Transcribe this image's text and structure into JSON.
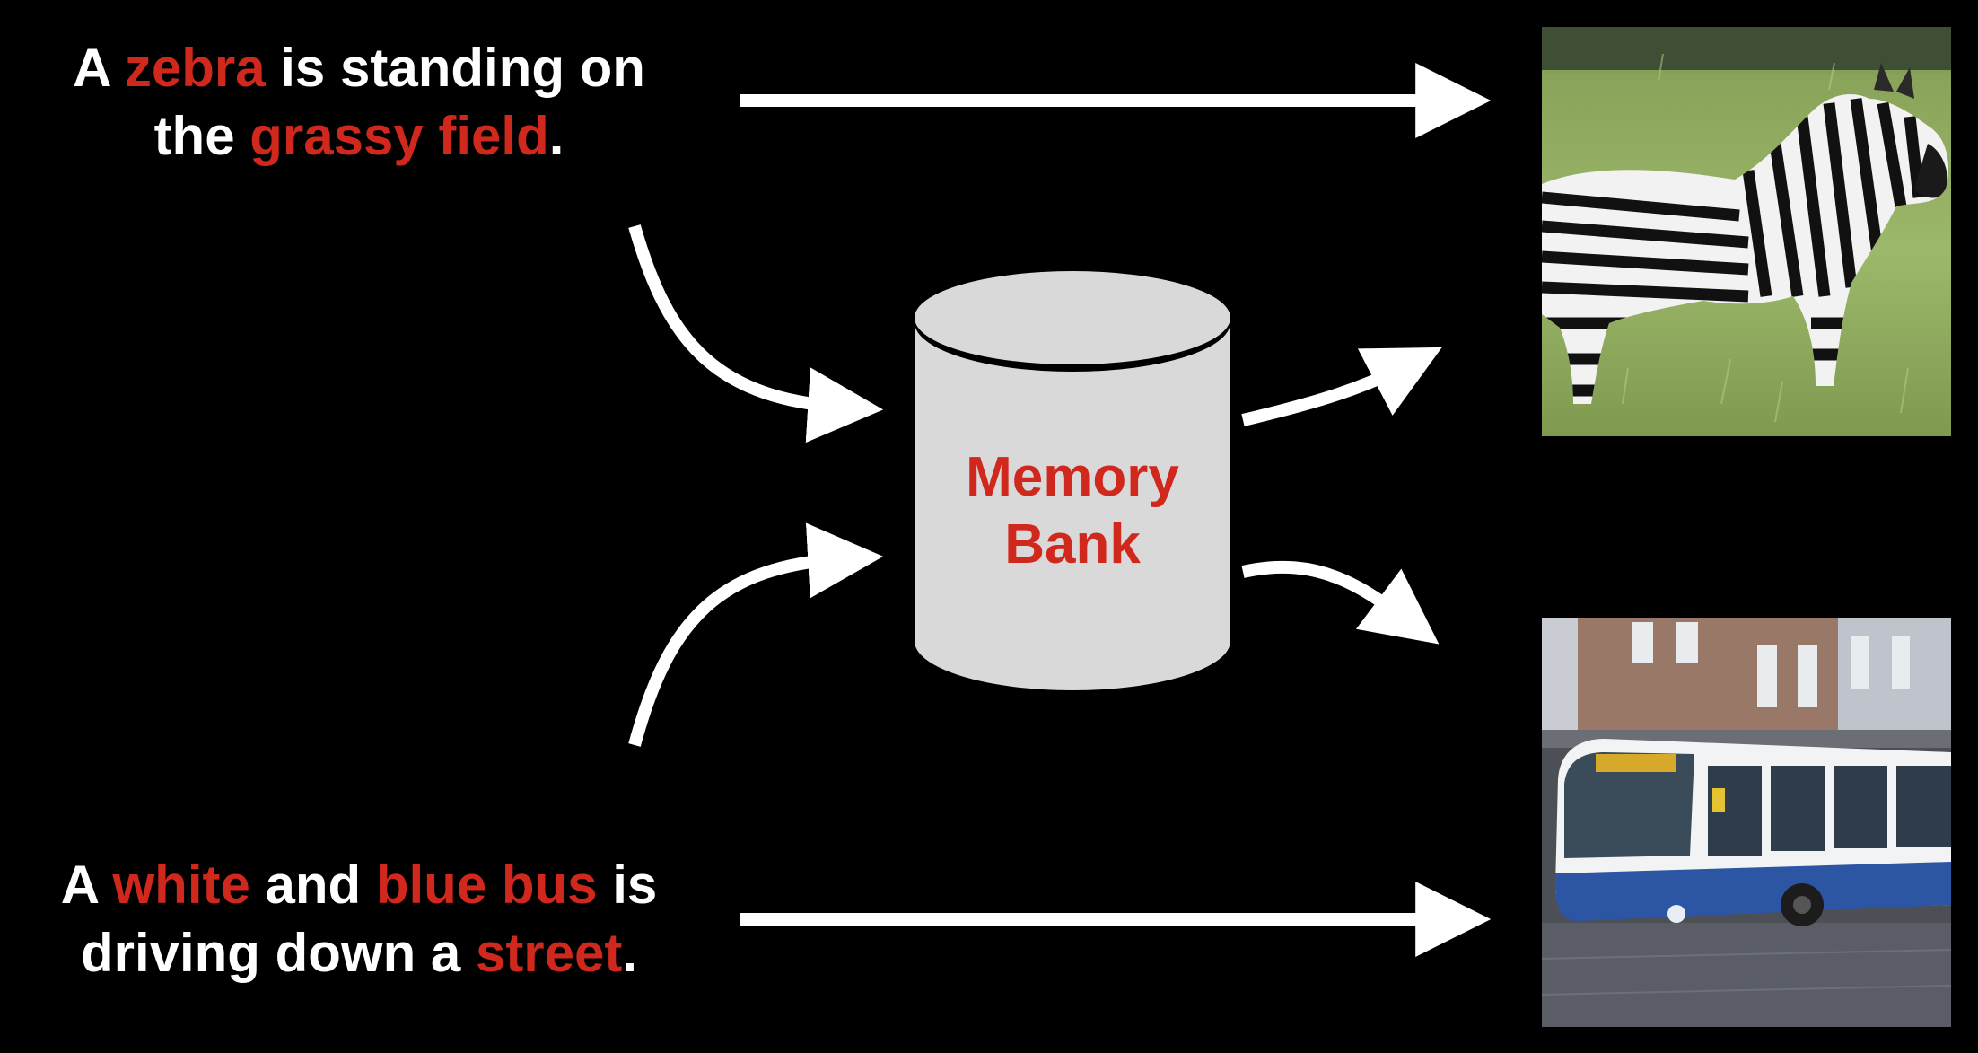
{
  "captions": {
    "top": {
      "parts": [
        {
          "text": "A ",
          "highlight": false
        },
        {
          "text": "zebra",
          "highlight": true
        },
        {
          "text": " is standing on",
          "highlight": false
        },
        {
          "text": "\n",
          "highlight": false
        },
        {
          "text": "the ",
          "highlight": false
        },
        {
          "text": "grassy field",
          "highlight": true
        },
        {
          "text": ".",
          "highlight": false
        }
      ]
    },
    "bottom": {
      "parts": [
        {
          "text": "A ",
          "highlight": false
        },
        {
          "text": "white",
          "highlight": true
        },
        {
          "text": " and ",
          "highlight": false
        },
        {
          "text": "blue bus",
          "highlight": true
        },
        {
          "text": " is",
          "highlight": false
        },
        {
          "text": "\n",
          "highlight": false
        },
        {
          "text": "driving down a ",
          "highlight": false
        },
        {
          "text": "street",
          "highlight": true
        },
        {
          "text": ".",
          "highlight": false
        }
      ]
    }
  },
  "memory_bank": {
    "line1": "Memory",
    "line2": "Bank"
  },
  "images": {
    "top": "zebra-on-grass-image",
    "bottom": "white-and-blue-bus-image"
  },
  "colors": {
    "background": "#000000",
    "text": "#ffffff",
    "highlight": "#d0281c",
    "cylinder_fill": "#d9d9d9",
    "arrow": "#ffffff"
  }
}
